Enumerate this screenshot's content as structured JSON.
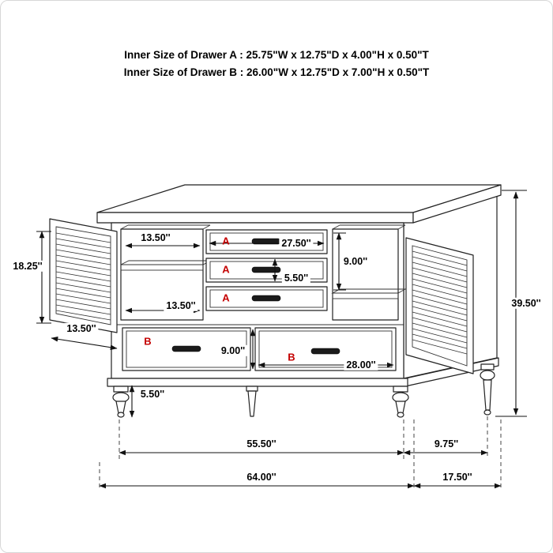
{
  "header": {
    "line_a": "Inner Size of Drawer A : 25.75\"W x 12.75\"D x 4.00\"H x 0.50\"T",
    "line_b": "Inner Size of Drawer B : 26.00\"W x 12.75\"D x 7.00\"H x 0.50\"T"
  },
  "diagram": {
    "type": "furniture-dimension-diagram",
    "subject": "dresser with louvered doors, three A drawers and two B drawers",
    "colors": {
      "line": "#222222",
      "drawer_letter": "#c40000",
      "background": "#ffffff"
    }
  },
  "drawer_letters": {
    "a": "A",
    "b": "B"
  },
  "dims": {
    "door_height": "18.25''",
    "top_shelf_width": "13.50''",
    "drawer_a_width": "27.50''",
    "right_opening_height": "9.00''",
    "drawer_a_front_height": "5.50''",
    "lower_shelf_width": "13.50''",
    "door_width": "13.50''",
    "drawer_b_front_height": "9.00''",
    "drawer_b_width": "28.00''",
    "leg_height": "5.50''",
    "overall_height": "39.50''",
    "front_leg_span": "55.50''",
    "leg_depth_offset": "9.75''",
    "overall_width": "64.00''",
    "overall_depth": "17.50''"
  }
}
